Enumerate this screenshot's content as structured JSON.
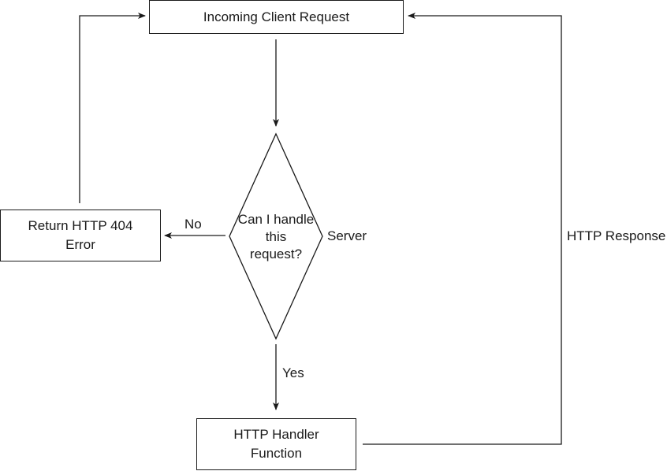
{
  "nodes": {
    "incoming_request": {
      "label": "Incoming Client Request"
    },
    "decision": {
      "lines": [
        "Can I handle",
        "this",
        "request?"
      ]
    },
    "return_404": {
      "lines": [
        "Return HTTP 404",
        "Error"
      ]
    },
    "handler": {
      "lines": [
        "HTTP Handler",
        "Function"
      ]
    }
  },
  "edge_labels": {
    "no": "No",
    "yes": "Yes",
    "server": "Server",
    "http_response": "HTTP Response"
  },
  "colors": {
    "stroke": "#1a1a1a",
    "background": "#ffffff"
  }
}
